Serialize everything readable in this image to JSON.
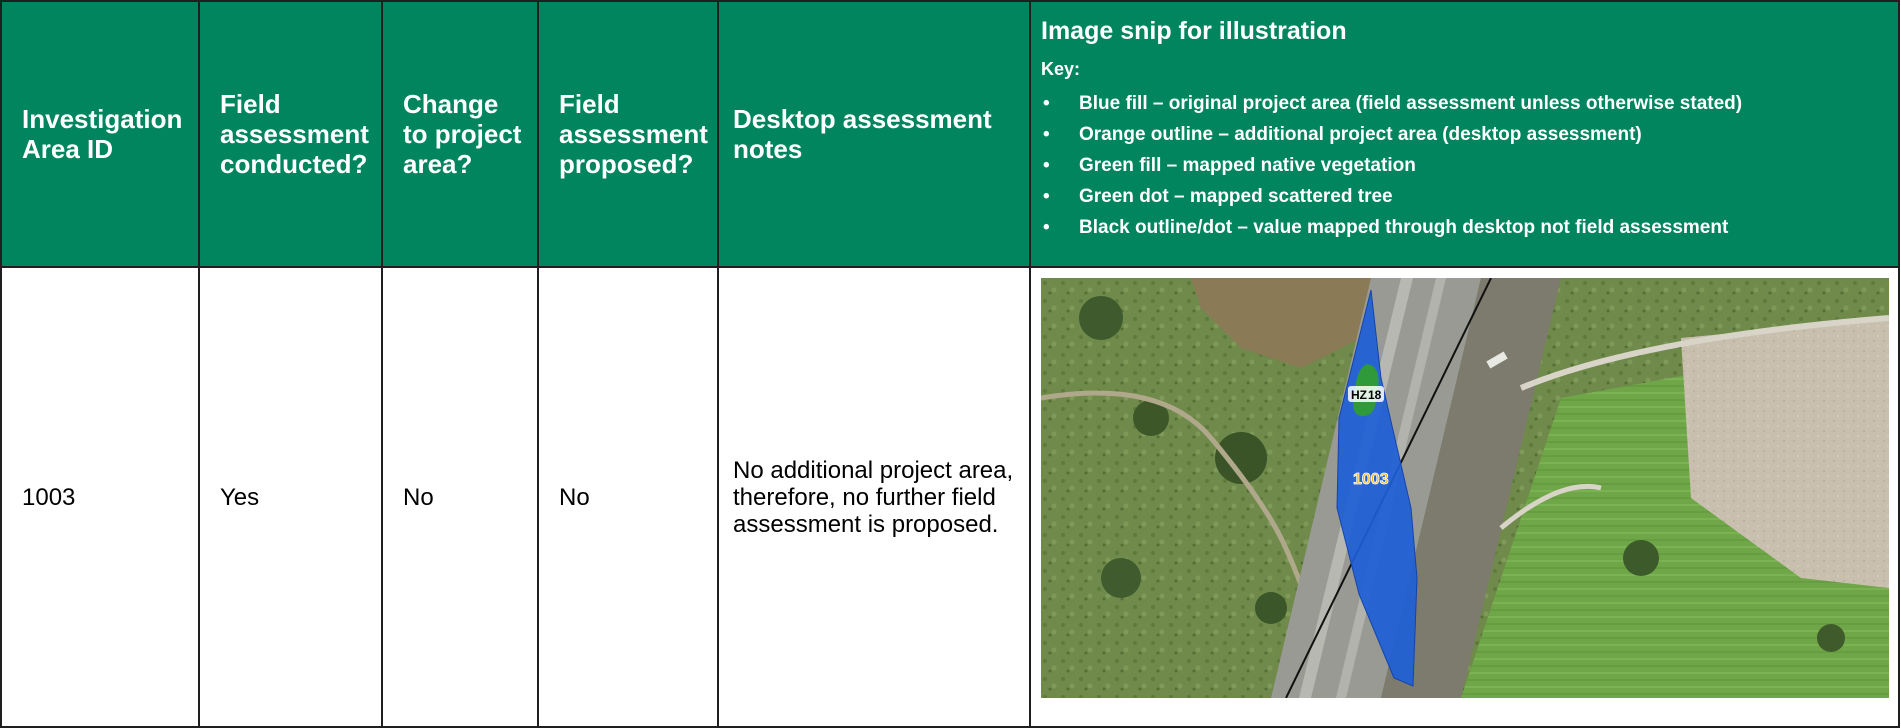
{
  "table": {
    "headers": {
      "investigation_id": "Investigation Area ID",
      "field_conducted": "Field assessment conducted?",
      "change_area": "Change to project area?",
      "field_proposed": "Field assessment proposed?",
      "desktop_notes": "Desktop assessment notes",
      "image_snip": {
        "title": "Image snip for illustration",
        "key_label": "Key:",
        "key_items": [
          "Blue fill – original project area (field assessment unless otherwise stated)",
          "Orange outline – additional project area (desktop assessment)",
          "Green fill – mapped native vegetation",
          "Green dot – mapped scattered tree",
          "Black outline/dot – value mapped through desktop not field assessment"
        ]
      }
    },
    "rows": [
      {
        "investigation_id": "1003",
        "field_conducted": "Yes",
        "change_area": "No",
        "field_proposed": "No",
        "desktop_notes": "No additional project area, therefore, no further field assessment is proposed.",
        "map_labels": {
          "zone_label": "HZ",
          "zone_number": "18",
          "area_label": "1003"
        }
      }
    ]
  },
  "colors": {
    "header_bg": "#00855e",
    "project_area_fill": "#1e5fd6",
    "native_vegetation_fill": "#2e9a3a",
    "area_label_color": "#f2b71c"
  }
}
